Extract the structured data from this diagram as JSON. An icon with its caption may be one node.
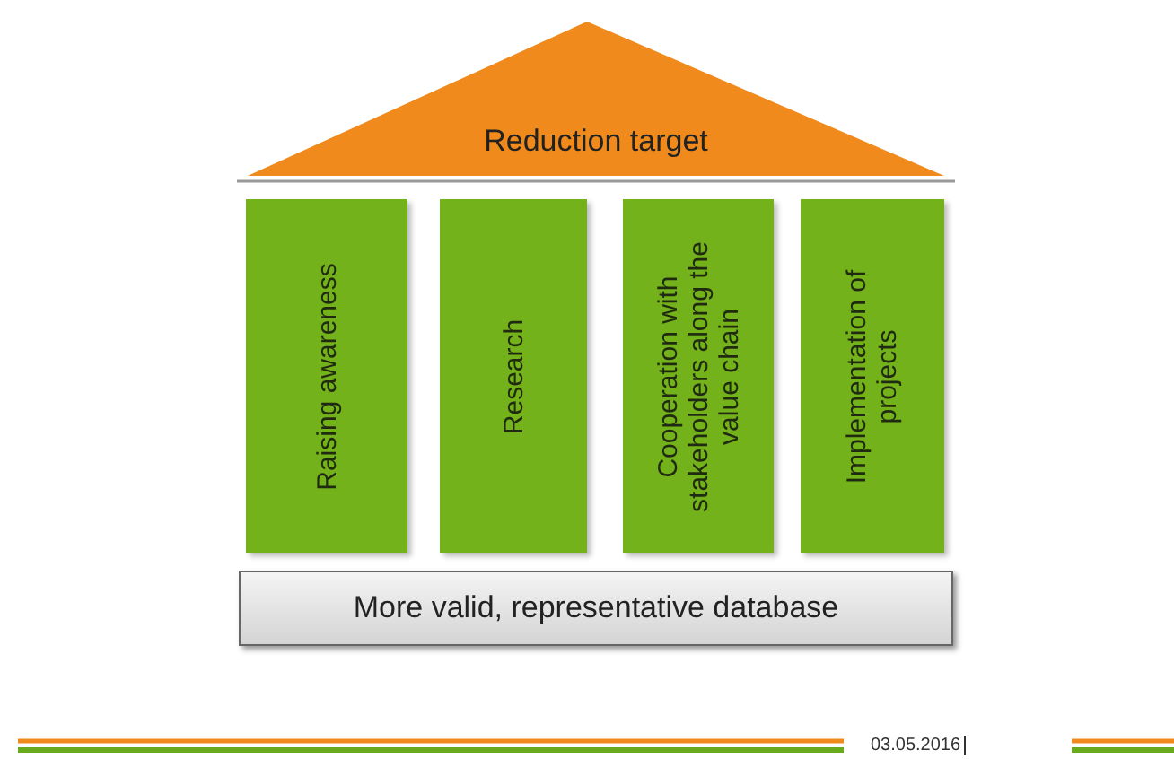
{
  "diagram": {
    "nodes": [
      {
        "text": [
          "Reduction target"
        ]
      },
      {
        "text": [
          "Raising awareness"
        ]
      },
      {
        "text": [
          "Research"
        ]
      },
      {
        "text": [
          "Cooperation with stakeholders along the value chain"
        ]
      },
      {
        "text": [
          "Implementation of projects"
        ]
      },
      {
        "text": [
          "More valid, representative database"
        ]
      }
    ],
    "labels": [
      "03.05.2016"
    ]
  }
}
